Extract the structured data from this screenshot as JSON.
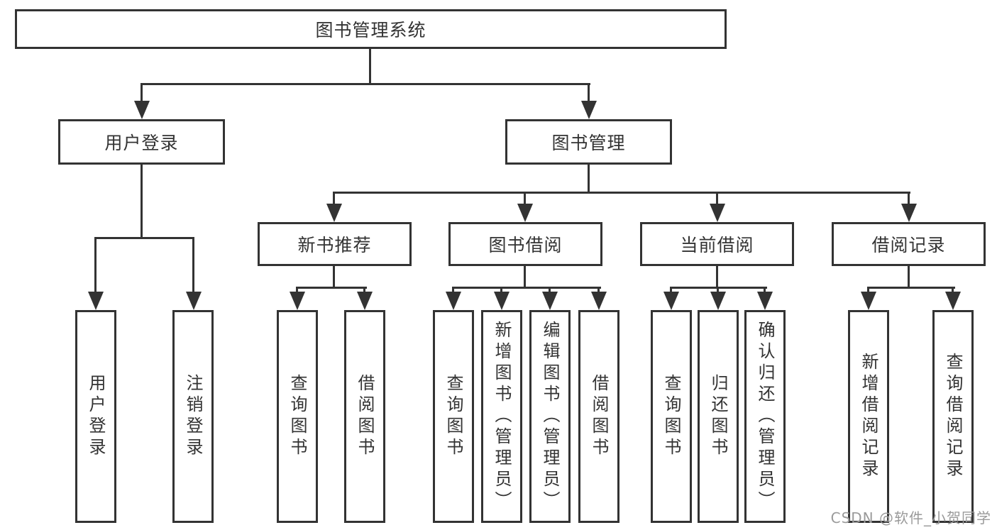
{
  "root": {
    "label": "图书管理系统"
  },
  "branches": {
    "user": {
      "label": "用户登录"
    },
    "book": {
      "label": "图书管理"
    }
  },
  "modules": {
    "recommend": {
      "label": "新书推荐"
    },
    "borrow": {
      "label": "图书借阅"
    },
    "current": {
      "label": "当前借阅"
    },
    "records": {
      "label": "借阅记录"
    }
  },
  "leaves": {
    "user": [
      "用户登录",
      "注销登录"
    ],
    "recommend": [
      "查询图书",
      "借阅图书"
    ],
    "borrow": [
      "查询图书",
      "新增图书（管理员）",
      "编辑图书（管理员）",
      "借阅图书"
    ],
    "current": [
      "查询图书",
      "归还图书",
      "确认归还（管理员）"
    ],
    "records": [
      "新增借阅记录",
      "查询借阅记录"
    ]
  },
  "watermark": {
    "text": "CSDN @软件_小贺同学"
  },
  "colors": {
    "line": "#333333",
    "text": "#333333",
    "background": "#ffffff",
    "watermark": "#9a9a9a"
  }
}
